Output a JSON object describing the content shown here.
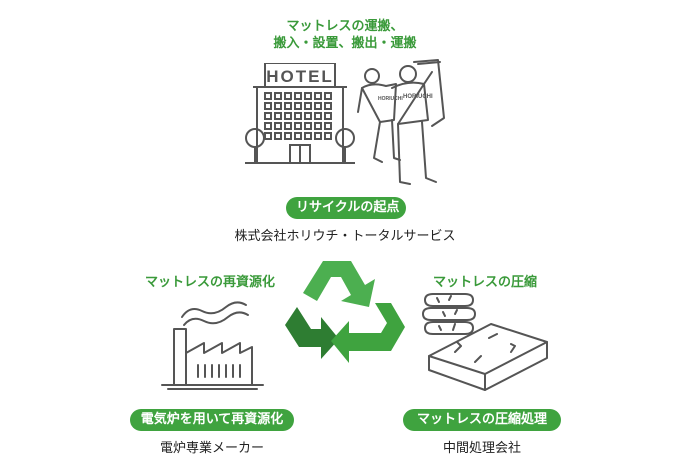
{
  "top": {
    "caption_line1": "マットレスの運搬、",
    "caption_line2": "搬入・設置、搬出・運搬",
    "hotel_sign": "HOTEL",
    "badge": "リサイクルの起点",
    "company": "株式会社ホリウチ・トータルサービス",
    "shirt_text": "HORIUCHI"
  },
  "left": {
    "caption": "マットレスの再資源化",
    "badge": "電気炉を用いて再資源化",
    "company": "電炉専業メーカー"
  },
  "right": {
    "caption": "マットレスの圧縮",
    "badge": "マットレスの圧縮処理",
    "company": "中間処理会社"
  },
  "colors": {
    "accent": "#3fa33f",
    "accent_dark": "#2e7d32",
    "accent_light": "#4caf50",
    "line": "#555555"
  }
}
